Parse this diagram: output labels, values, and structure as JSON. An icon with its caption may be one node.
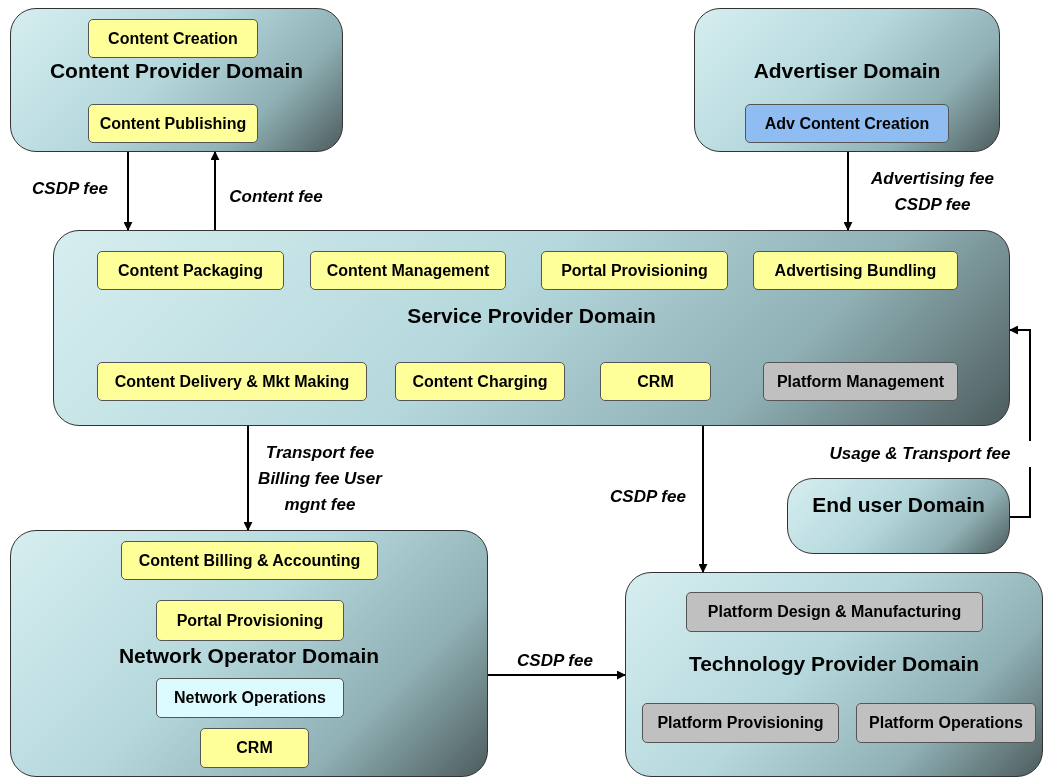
{
  "diagram": {
    "nodes": [
      {
        "text": [
          "Content Provider Domain"
        ]
      },
      {
        "text": [
          "Content Creation"
        ],
        "in": 0
      },
      {
        "text": [
          "Content Publishing"
        ],
        "in": 0
      },
      {
        "text": [
          "Advertiser Domain"
        ]
      },
      {
        "text": [
          "Adv Content Creation"
        ],
        "in": 3
      },
      {
        "text": [
          "Service Provider Domain"
        ]
      },
      {
        "text": [
          "Content Packaging"
        ],
        "in": 5
      },
      {
        "text": [
          "Content Management"
        ],
        "in": 5
      },
      {
        "text": [
          "Portal Provisioning"
        ],
        "in": 5
      },
      {
        "text": [
          "Advertising Bundling"
        ],
        "in": 5
      },
      {
        "text": [
          "Content Delivery & Mkt Making"
        ],
        "in": 5
      },
      {
        "text": [
          "Content Charging"
        ],
        "in": 5
      },
      {
        "text": [
          "CRM"
        ],
        "in": 5
      },
      {
        "text": [
          "Platform Management"
        ],
        "in": 5
      },
      {
        "text": [
          "End user Domain"
        ]
      },
      {
        "text": [
          "Network Operator Domain"
        ]
      },
      {
        "text": [
          "Content Billing & Accounting"
        ],
        "in": 15
      },
      {
        "text": [
          "Portal Provisioning"
        ],
        "in": 15
      },
      {
        "text": [
          "Network Operations"
        ],
        "in": 15
      },
      {
        "text": [
          "CRM"
        ],
        "in": 15
      },
      {
        "text": [
          "Technology Provider Domain"
        ]
      },
      {
        "text": [
          "Platform Design & Manufacturing"
        ],
        "in": 20
      },
      {
        "text": [
          "Platform Provisioning"
        ],
        "in": 20
      },
      {
        "text": [
          "Platform Operations"
        ],
        "in": 20
      }
    ],
    "edges": [
      {
        "from": 0,
        "to": 5,
        "arrow": "to",
        "label": "CSDP fee"
      },
      {
        "from": 5,
        "to": 0,
        "arrow": "to",
        "label": "Content fee"
      },
      {
        "from": 3,
        "to": 5,
        "arrow": "to",
        "label": "Advertising fee CSDP fee"
      },
      {
        "from": 5,
        "to": 15,
        "arrow": "to",
        "label": "Transport fee Billing fee User mgnt fee"
      },
      {
        "from": 5,
        "to": 20,
        "arrow": "to",
        "label": "CSDP fee"
      },
      {
        "from": 14,
        "to": 5,
        "arrow": "to",
        "label": "Usage & Transport fee"
      },
      {
        "from": 15,
        "to": 20,
        "arrow": "to",
        "label": "CSDP fee"
      }
    ]
  }
}
